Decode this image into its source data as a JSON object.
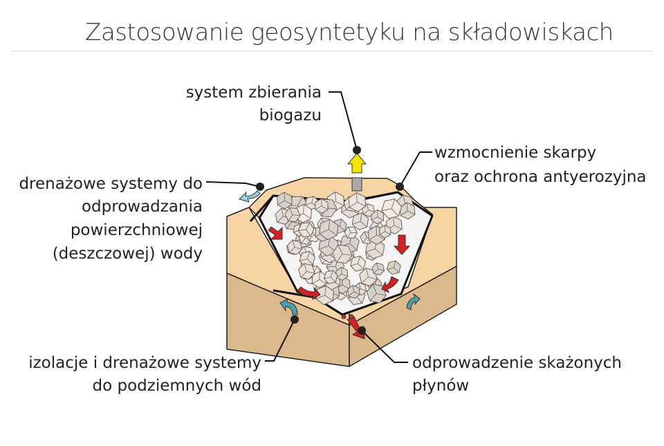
{
  "title": "Zastosowanie geosyntetyku na składowiskach",
  "labels": {
    "biogas": [
      "system zbierania",
      "biogazu"
    ],
    "slope": [
      "wzmocnienie skarpy",
      "oraz ochrona antyerozyjna"
    ],
    "surface_drainage": [
      "drenażowe systemy do",
      "odprowadzania",
      "powierzchniowej",
      "(deszczowej) wody"
    ],
    "groundwater": [
      "izolacje i drenażowe systemy",
      "do podziemnych wód"
    ],
    "leachate": [
      "odprowadzenie skażonych",
      "płynów"
    ]
  },
  "colors": {
    "soil": "#f5d3a3",
    "soil_dark": "#ddb98a",
    "biogas_arrow": "#f2e600",
    "leachate_arrow": "#d42020",
    "water_arrow": "#4a9fb0",
    "rain_arrow": "#9fd0ec"
  }
}
